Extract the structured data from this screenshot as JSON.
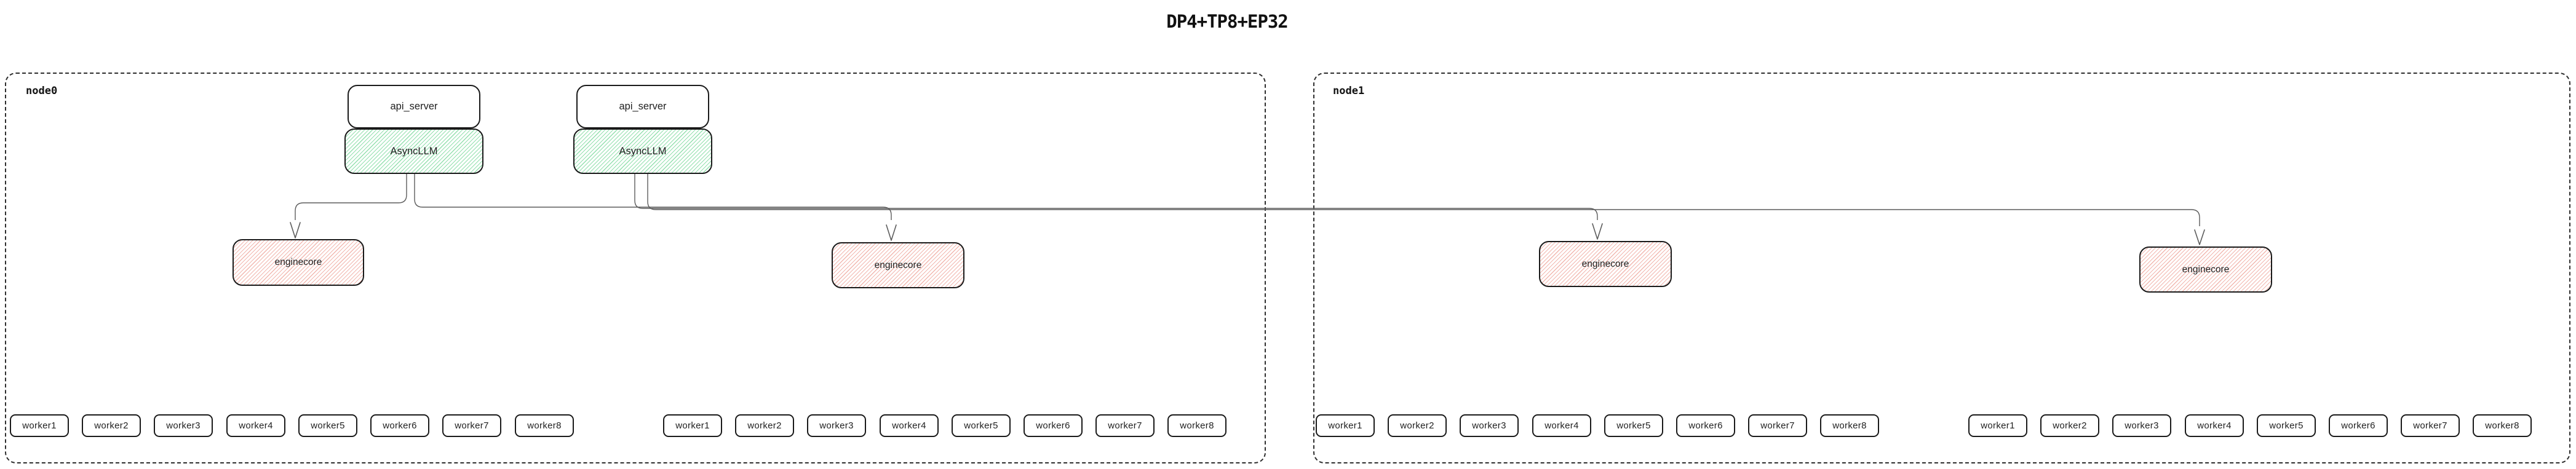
{
  "title": "DP4+TP8+EP32",
  "colors": {
    "background": "#ffffff",
    "box_border": "#1a1a1a",
    "node_border": "#2e2e2e",
    "asyncllm_hatch_green": "#93e0ae",
    "enginecore_hatch_red": "#f2b7af",
    "edge_line": "#5c5c5c",
    "text": "#111111"
  },
  "nodes": [
    {
      "label": "node0",
      "servers": [
        {
          "api_server": "api_server",
          "asyncllm": "AsyncLLM"
        },
        {
          "api_server": "api_server",
          "asyncllm": "AsyncLLM"
        }
      ],
      "enginecores": [
        "enginecore",
        "enginecore"
      ],
      "worker_groups": [
        [
          "worker1",
          "worker2",
          "worker3",
          "worker4",
          "worker5",
          "worker6",
          "worker7",
          "worker8"
        ],
        [
          "worker1",
          "worker2",
          "worker3",
          "worker4",
          "worker5",
          "worker6",
          "worker7",
          "worker8"
        ]
      ]
    },
    {
      "label": "node1",
      "servers": [],
      "enginecores": [
        "enginecore",
        "enginecore"
      ],
      "worker_groups": [
        [
          "worker1",
          "worker2",
          "worker3",
          "worker4",
          "worker5",
          "worker6",
          "worker7",
          "worker8"
        ],
        [
          "worker1",
          "worker2",
          "worker3",
          "worker4",
          "worker5",
          "worker6",
          "worker7",
          "worker8"
        ]
      ]
    }
  ],
  "edges": [
    {
      "from": "node0 AsyncLLM 1",
      "to": "node0 enginecore 1"
    },
    {
      "from": "node0 AsyncLLM 1",
      "to": "node0 enginecore 2"
    },
    {
      "from": "node0 AsyncLLM 2",
      "to": "node1 enginecore 1"
    },
    {
      "from": "node0 AsyncLLM 2",
      "to": "node1 enginecore 2"
    }
  ]
}
